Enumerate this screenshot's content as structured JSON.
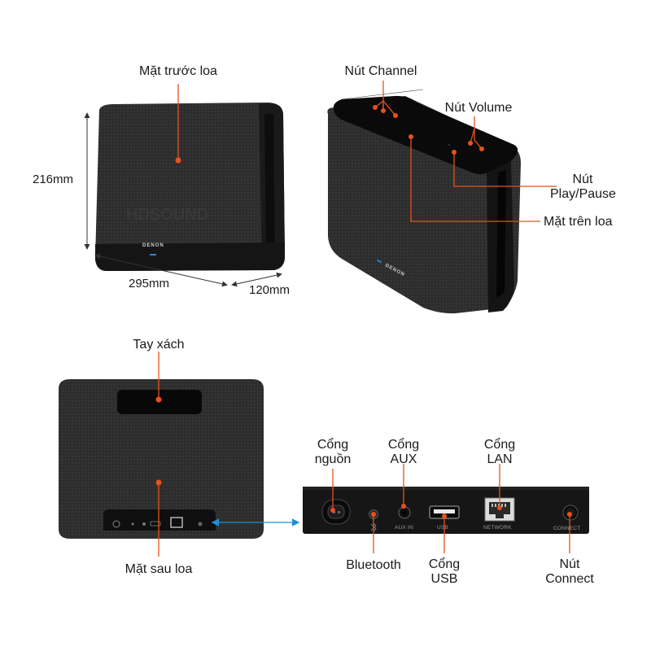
{
  "labels": {
    "front": "Mặt trước loa",
    "channel": "Nút Channel",
    "volume": "Nút Volume",
    "playpause_1": "Nút",
    "playpause_2": "Play/Pause",
    "top": "Mặt trên loa",
    "handle": "Tay xách",
    "back": "Mặt sau loa",
    "power_1": "Cổng",
    "power_2": "nguồn",
    "aux_1": "Cổng",
    "aux_2": "AUX",
    "lan_1": "Cổng",
    "lan_2": "LAN",
    "bluetooth": "Bluetooth",
    "usb_1": "Cổng",
    "usb_2": "USB",
    "connect_1": "Nút",
    "connect_2": "Connect"
  },
  "dimensions": {
    "height": "216mm",
    "width": "295mm",
    "depth": "120mm"
  },
  "panel_markings": {
    "brand": "DENON",
    "aux_in": "AUX IN",
    "usb": "USB",
    "network": "NETWORK",
    "connect": "CONNECT"
  },
  "colors": {
    "callout": "#e8501e",
    "arrow": "#1e8fd6",
    "speaker_body": "#2b2b2b",
    "panel": "#161616"
  },
  "icons": {
    "bluetooth": "bluetooth-icon",
    "ethernet": "ethernet-port-icon",
    "power": "power-socket-icon"
  }
}
